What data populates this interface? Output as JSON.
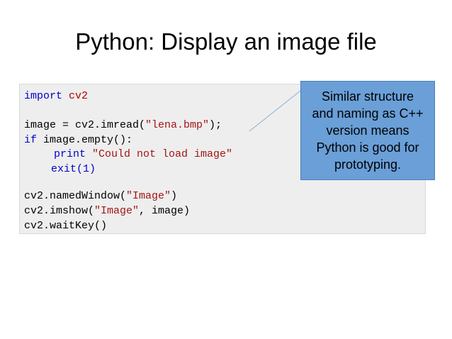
{
  "slide": {
    "title": "Python: Display an image file"
  },
  "code": {
    "line1": {
      "a": "import",
      "b": " cv2"
    },
    "line2": {
      "a": "image = cv2.imread(",
      "b": "\"lena.bmp\"",
      "c": ");"
    },
    "line3": {
      "a": "if",
      "b": " image.empty():"
    },
    "line4": {
      "a": "print",
      "b": " \"Could not load image\""
    },
    "line5": {
      "a": "exit(1)"
    },
    "line6": {
      "a": "cv2.namedWindow(",
      "b": "\"Image\"",
      "c": ")"
    },
    "line7": {
      "a": "cv2.imshow(",
      "b": "\"Image\"",
      "c": ", image)"
    },
    "line8": {
      "a": "cv2.waitKey()"
    }
  },
  "callout": {
    "text": "Similar structure\nand naming as C++\nversion means\nPython is good for\nprototyping."
  },
  "colors": {
    "callout_fill": "#6a9fd8",
    "keyword_blue": "#0000cc",
    "string_red": "#a31515",
    "code_background": "#eeeeee"
  }
}
